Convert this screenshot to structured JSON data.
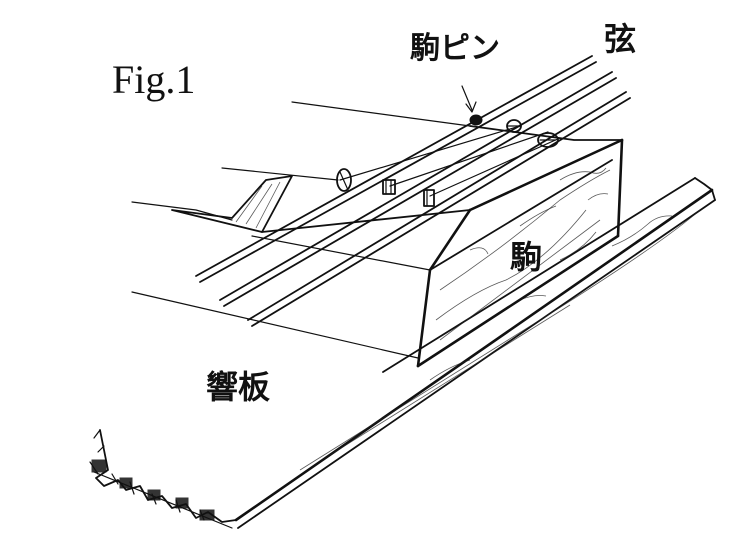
{
  "figure": {
    "title": "Fig.1",
    "labels": {
      "bridge_pin": "駒ピン",
      "string": "弦",
      "bridge": "駒",
      "soundboard": "響板"
    }
  }
}
